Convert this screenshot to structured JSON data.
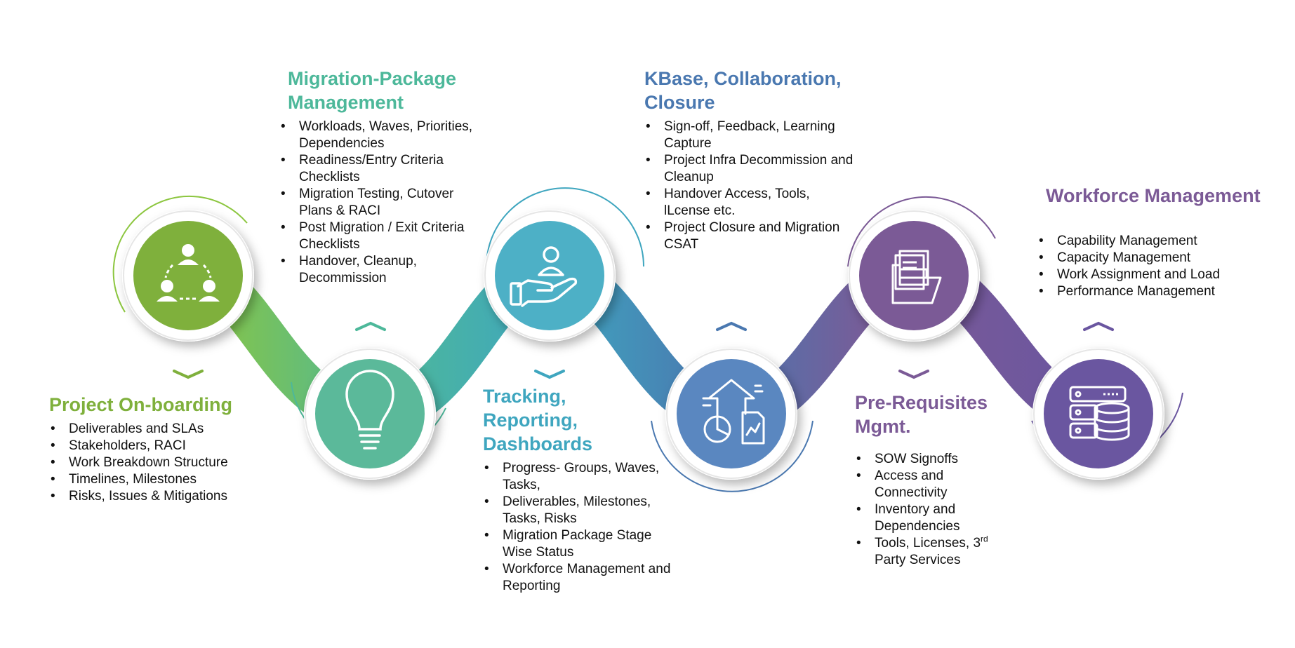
{
  "colors": {
    "onboarding": "#7fb03c",
    "migration_package": "#4db89a",
    "tracking": "#3fa6bf",
    "kbase": "#4a78b0",
    "prerequisites": "#7b5a96",
    "workforce": "#6a56a0"
  },
  "steps": [
    {
      "id": "onboarding",
      "title": "Project On-boarding",
      "icon": "team-network-icon",
      "items": [
        "Deliverables and SLAs",
        "Stakeholders, RACI",
        "Work Breakdown Structure",
        "Timelines, Milestones",
        "Risks, Issues & Mitigations"
      ]
    },
    {
      "id": "migration_package",
      "title": "Migration-Package Management",
      "icon": "lightbulb-icon",
      "items": [
        "Workloads, Waves, Priorities, Dependencies",
        "Readiness/Entry Criteria Checklists",
        "Migration Testing, Cutover Plans & RACI",
        "Post Migration / Exit Criteria Checklists",
        "Handover, Cleanup, Decommission"
      ]
    },
    {
      "id": "tracking",
      "title": "Tracking, Reporting, Dashboards",
      "icon": "hand-holding-person-icon",
      "items": [
        "Progress- Groups, Waves, Tasks,",
        "Deliverables, Milestones, Tasks, Risks",
        "Migration Package Stage Wise Status",
        "Workforce Management and Reporting"
      ]
    },
    {
      "id": "kbase",
      "title": "KBase, Collaboration, Closure",
      "icon": "growth-report-icon",
      "items": [
        "Sign-off, Feedback, Learning Capture",
        "Project Infra Decommission and Cleanup",
        "Handover Access, Tools, lLcense etc.",
        "Project Closure and Migration CSAT"
      ]
    },
    {
      "id": "prerequisites",
      "title": "Pre-Requisites Mgmt.",
      "icon": "folder-documents-icon",
      "items": [
        "SOW Signoffs",
        "Access and Connectivity",
        "Inventory and Dependencies",
        "Tools, Licenses, 3rd Party Services"
      ]
    },
    {
      "id": "workforce",
      "title": "Workforce Management",
      "icon": "server-database-icon",
      "items": [
        "Capability Management",
        "Capacity Management",
        "Work Assignment and Load",
        "Performance Management"
      ]
    }
  ]
}
